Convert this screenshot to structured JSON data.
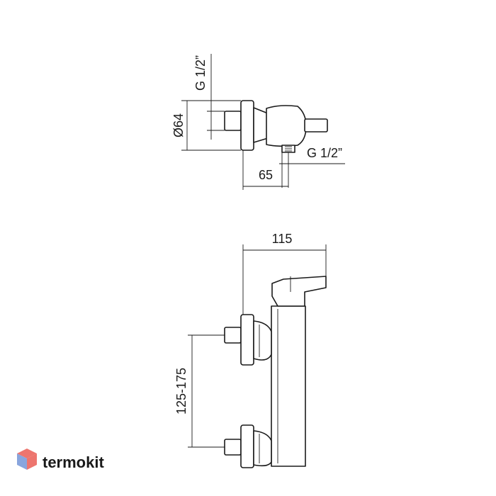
{
  "top_view": {
    "inlet_thread_label": "G 1/2”",
    "diameter_label": "Ø64",
    "outlet_thread_label": "G 1/2”",
    "depth_label": "65"
  },
  "front_view": {
    "width_label": "115",
    "center_distance_label": "125-175"
  },
  "brand": {
    "name": "termokit",
    "colors": {
      "logo_red": "#e8524a",
      "logo_blue": "#6b8fd4",
      "text": "#8c8c8c"
    }
  }
}
